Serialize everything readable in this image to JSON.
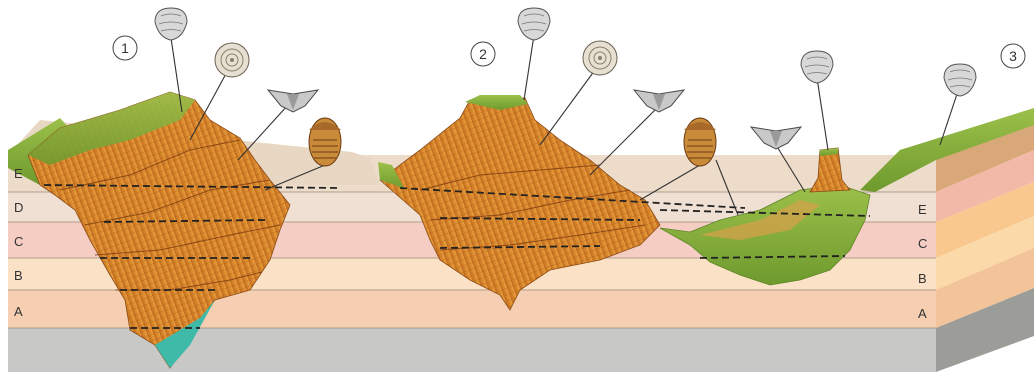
{
  "diagram": {
    "sites": [
      "1",
      "2",
      "3"
    ],
    "layers": [
      "E",
      "D",
      "C",
      "B",
      "A"
    ],
    "right_layers": [
      "E",
      "C",
      "B",
      "A"
    ],
    "fossil_icons": [
      "brachiopod-icon",
      "ammonite-icon",
      "bivalve-icon",
      "trilobite-icon"
    ],
    "colors": {
      "layer_E": "#ecdcc9",
      "layer_D": "#f0d8cc",
      "layer_C": "#f5cdc3",
      "layer_B": "#fbe2c6",
      "layer_A": "#f6cfb2",
      "basement": "#c8c8c6",
      "rock": "#d98a2a",
      "grass": "#7fa83a",
      "water": "#3fb9a8"
    }
  }
}
